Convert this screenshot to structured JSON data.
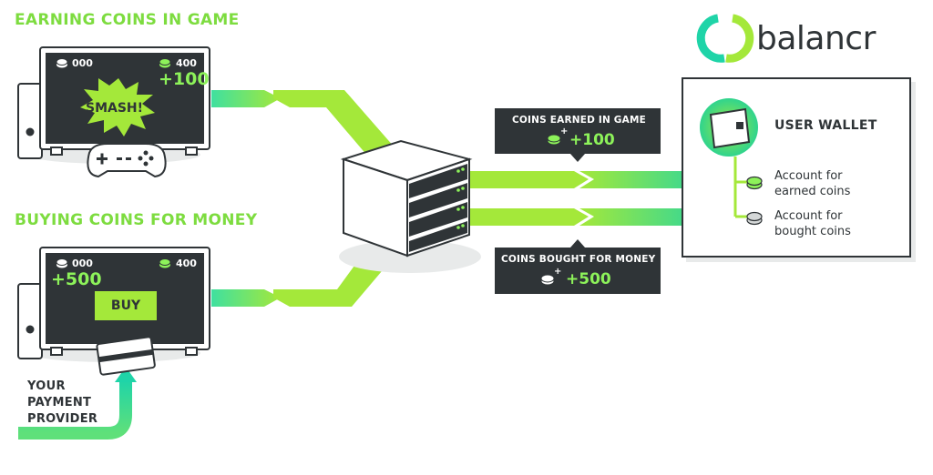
{
  "colors": {
    "dark": "#2f3437",
    "green_bright": "#8df25a",
    "green_lime": "#a4e83a",
    "teal": "#1fd4a8",
    "title_green": "#7ddc3f"
  },
  "brand": {
    "name": "balancr",
    "icon": "balancr-logo-icon"
  },
  "earning": {
    "title": "EARNING COINS IN GAME",
    "left_count": "000",
    "right_count": "400",
    "bonus": "+100",
    "burst_text": "SMASH!",
    "controller_icon": "gamepad-icon"
  },
  "buying": {
    "title": "BUYING COINS FOR MONEY",
    "left_count": "000",
    "right_count": "400",
    "bonus": "+500",
    "button_label": "BUY",
    "card_icon": "credit-card-icon"
  },
  "provider": {
    "line1": "YOUR",
    "line2": "PAYMENT",
    "line3": "PROVIDER"
  },
  "server": {
    "icon": "server-rack-icon"
  },
  "earned_box": {
    "label": "COINS EARNED IN GAME",
    "value": "+100"
  },
  "bought_box": {
    "label": "COINS BOUGHT FOR MONEY",
    "value": "+500"
  },
  "wallet": {
    "title": "USER WALLET",
    "icon": "wallet-icon",
    "account_earned_line1": "Account for",
    "account_earned_line2": "earned coins",
    "account_bought_line1": "Account for",
    "account_bought_line2": "bought coins"
  }
}
